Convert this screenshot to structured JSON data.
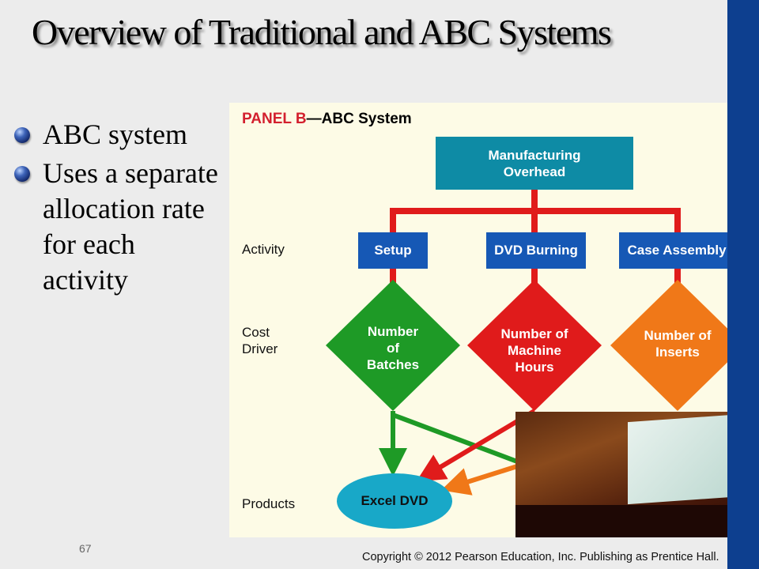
{
  "slide": {
    "title": "Overview of Traditional and ABC Systems",
    "bullets": [
      "ABC system",
      "Uses a separate allocation rate for each activity"
    ],
    "page_number": "67",
    "copyright": "Copyright © 2012 Pearson Education, Inc. Publishing as Prentice Hall."
  },
  "diagram": {
    "panel_label": "PANEL B",
    "panel_title": "—ABC System",
    "row_labels": {
      "activity": "Activity",
      "cost_driver": "Cost Driver",
      "products": "Products"
    },
    "pool": "Manufacturing Overhead",
    "activities": [
      "Setup",
      "DVD Burning",
      "Case Assembly"
    ],
    "cost_drivers": [
      "Number of Batches",
      "Number of Machine Hours",
      "Number of Inserts"
    ],
    "products": [
      "Excel DVD"
    ],
    "colors": {
      "pool": "#0e8ba5",
      "activity": "#1658b5",
      "connector": "#e01b1b",
      "driver_batches": "#1e9a26",
      "driver_machine_hours": "#e01b1b",
      "driver_inserts": "#f07818",
      "product": "#18a8c8",
      "panel_label": "#d3202e"
    }
  },
  "video_overlay": {
    "description": "webcam inset of lecture hall projector showing the same slide"
  }
}
